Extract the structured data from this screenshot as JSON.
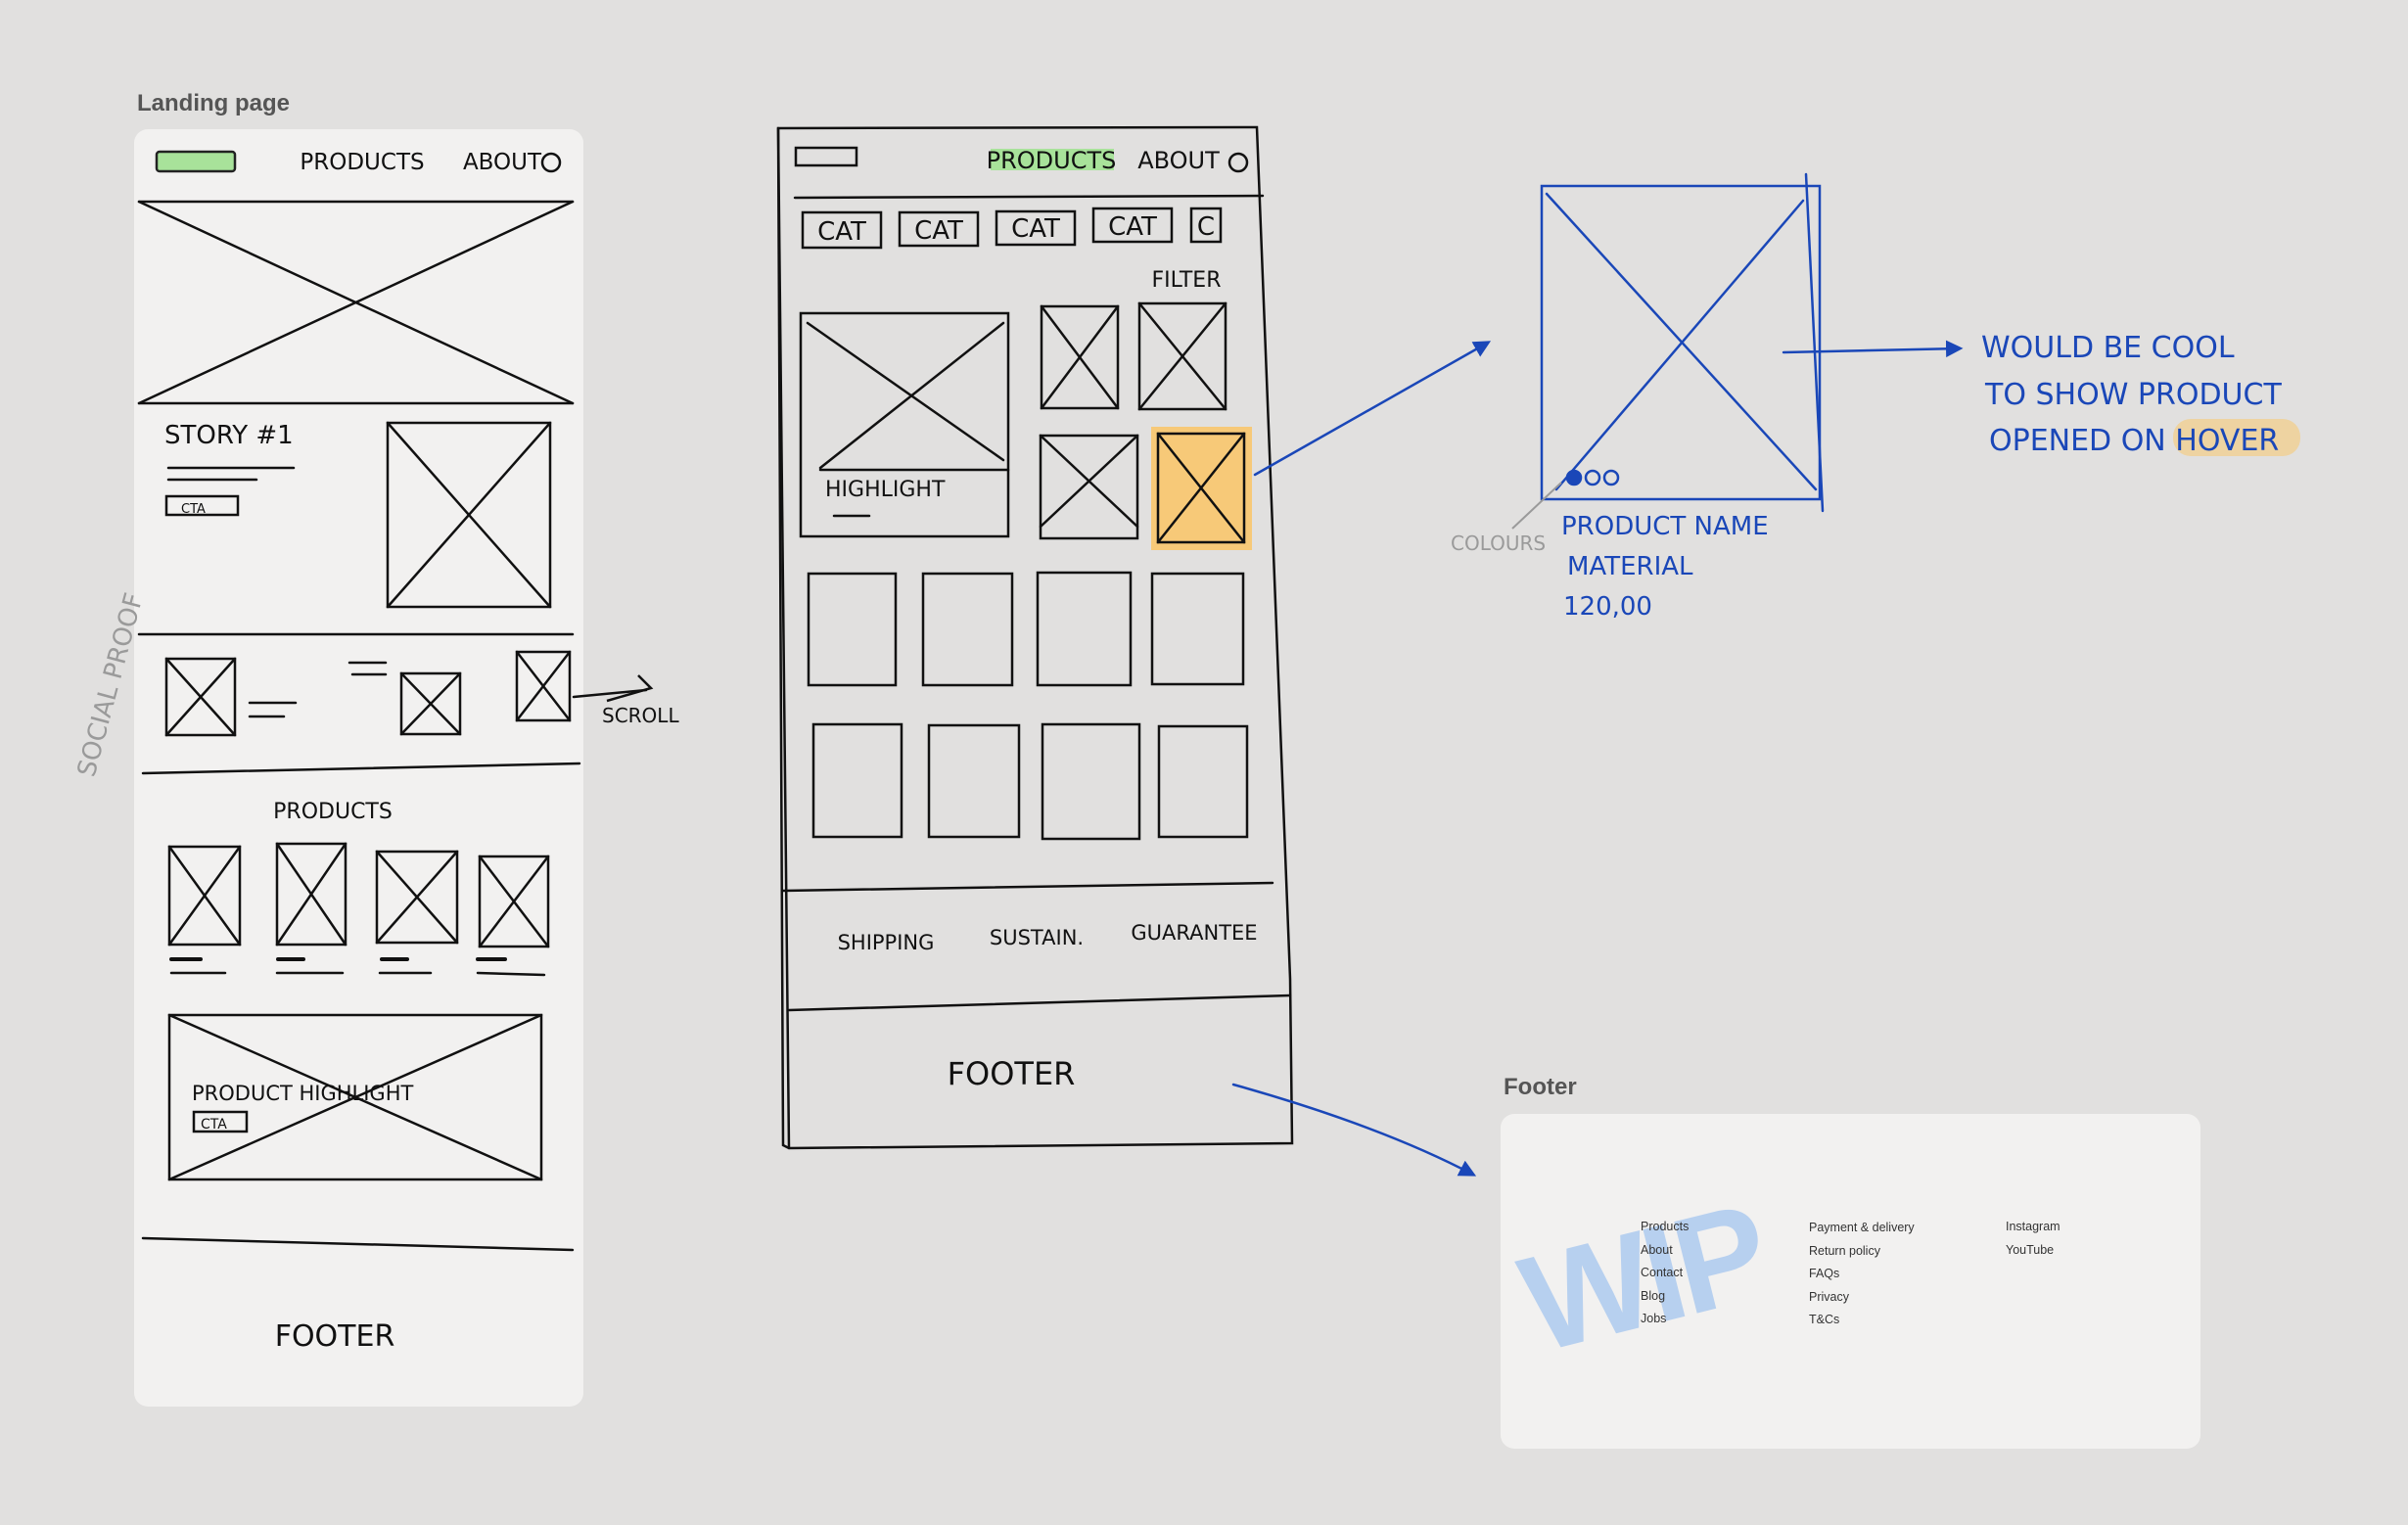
{
  "frames": {
    "landing_label": "Landing page",
    "footer_label": "Footer"
  },
  "landing": {
    "nav_products": "PRODUCTS",
    "nav_about": "ABOUT",
    "story": "STORY #1",
    "cta_small": "CTA",
    "products_heading": "PRODUCTS",
    "product_highlight": "PRODUCT HIGHLIGHT",
    "cta": "CTA",
    "footer": "FOOTER"
  },
  "side_notes": {
    "social_proof": "SOCIAL PROOF",
    "scroll": "SCROLL"
  },
  "products_page": {
    "nav_products": "PRODUCTS",
    "nav_about": "ABOUT",
    "categories": [
      "CAT",
      "CAT",
      "CAT",
      "CAT",
      "C"
    ],
    "filter": "FILTER",
    "highlight": "HIGHLIGHT",
    "usp": [
      "SHIPPING",
      "SUSTAIN.",
      "GUARANTEE"
    ],
    "footer": "FOOTER"
  },
  "product_card": {
    "colours_note": "COLOURS",
    "name": "PRODUCT NAME",
    "material": "MATERIAL",
    "price": "120,00",
    "hover_note": [
      "WOULD BE COOL",
      "TO SHOW PRODUCT",
      "OPENED ON HOVER"
    ]
  },
  "footer_design": {
    "watermark": "WIP",
    "col1": [
      "Products",
      "About",
      "Contact",
      "Blog",
      "Jobs"
    ],
    "col2": [
      "Payment & delivery",
      "Return policy",
      "FAQs",
      "Privacy",
      "T&Cs"
    ],
    "col3": [
      "Instagram",
      "YouTube"
    ]
  },
  "colors": {
    "background": "#e1e0df",
    "panel": "#f2f1f0",
    "ink": "#111111",
    "annotation_blue": "#1a47b8",
    "highlight_green": "#a8e29a",
    "highlight_orange": "#f7c978"
  }
}
